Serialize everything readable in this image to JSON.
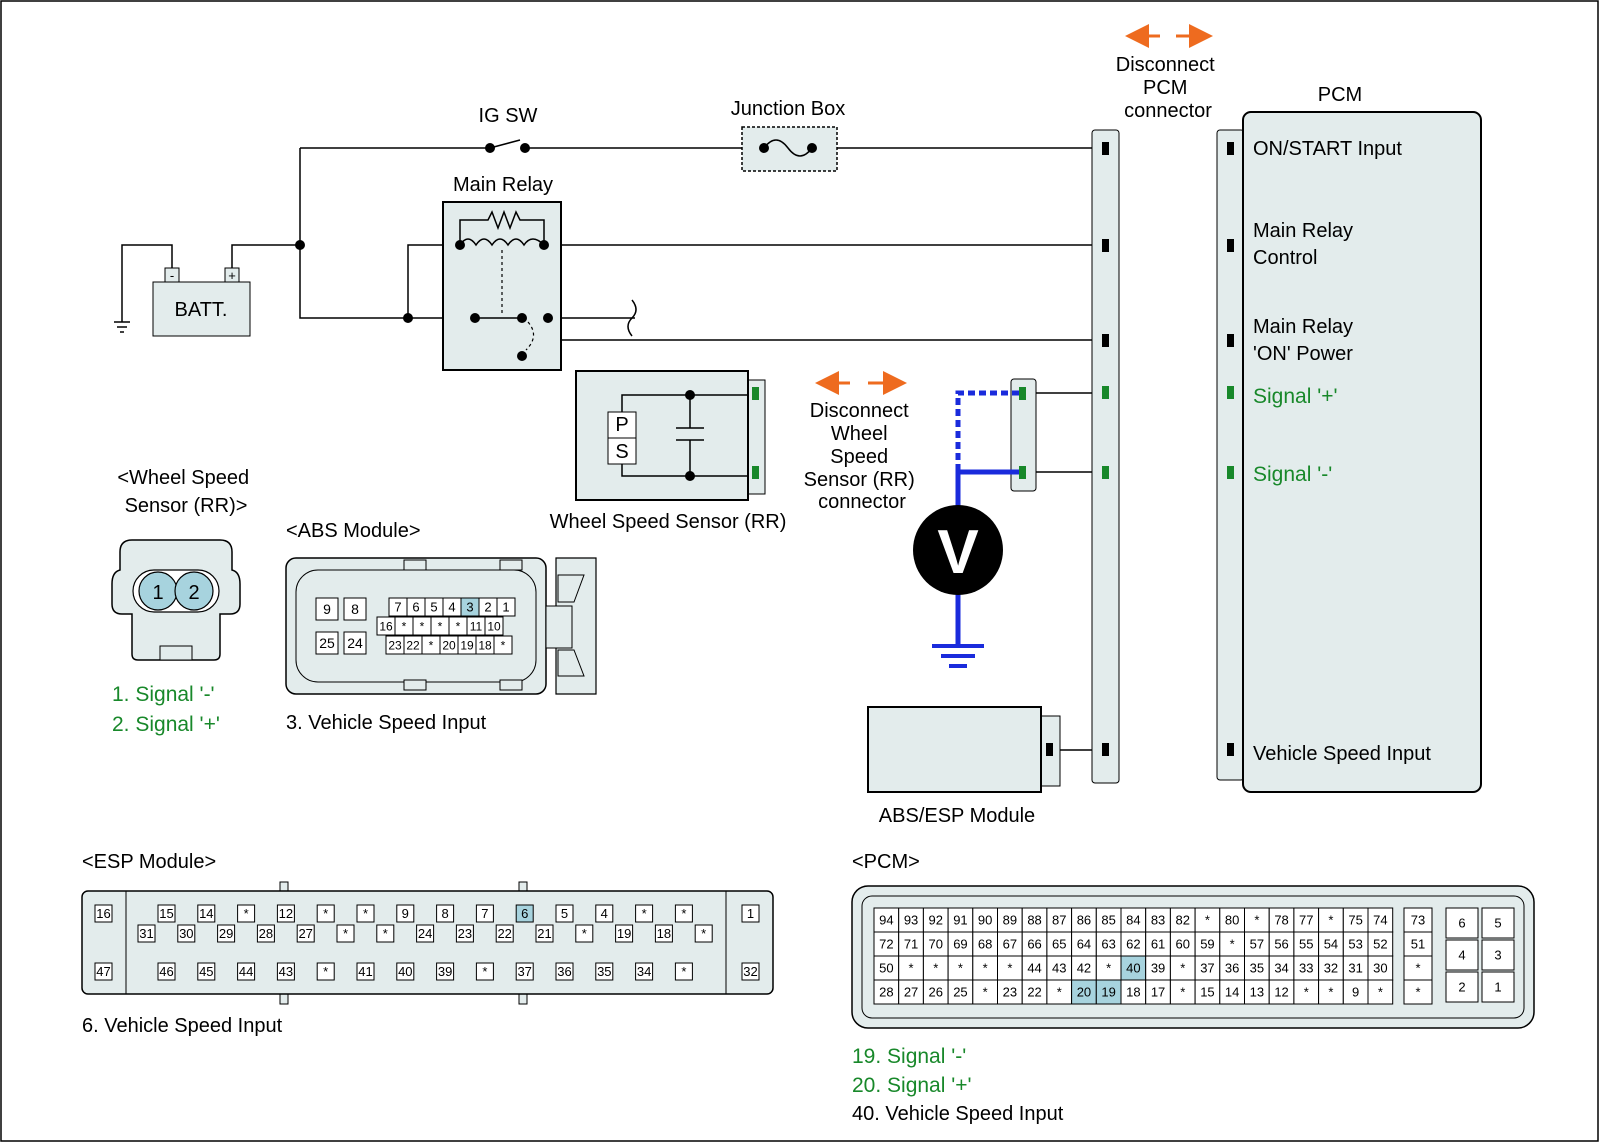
{
  "colors": {
    "signal_green": "#18882a",
    "arrow_orange": "#ee6b1f",
    "test_wire_blue": "#1a2bdc",
    "highlight_pin": "#a7d3de",
    "component_fill": "#e3ecec"
  },
  "labels": {
    "ig_sw": "IG SW",
    "junction_box": "Junction Box",
    "main_relay": "Main Relay",
    "batt": "BATT.",
    "batt_neg": "-",
    "batt_pos": "+",
    "disconnect_pcm": [
      "Disconnect",
      "PCM",
      "connector"
    ],
    "pcm": "PCM",
    "disconnect_wss": [
      "Disconnect",
      "Wheel",
      "Speed",
      "Sensor (RR)",
      "connector"
    ],
    "wss_caption": "Wheel Speed Sensor (RR)",
    "sensor_p": "P",
    "sensor_s": "S",
    "voltmeter": "V",
    "abs_esp_module": "ABS/ESP Module"
  },
  "pcm_inputs": {
    "on_start": "ON/START Input",
    "main_relay_control": [
      "Main Relay",
      "Control"
    ],
    "main_relay_power": [
      "Main Relay",
      "'ON' Power"
    ],
    "signal_plus": "Signal '+'",
    "signal_minus": "Signal '-'",
    "vehicle_speed": "Vehicle Speed Input"
  },
  "wss_connector": {
    "title": [
      "<Wheel Speed",
      "Sensor (RR)>"
    ],
    "pins": [
      "1",
      "2"
    ],
    "legend": [
      "1. Signal '-'",
      "2. Signal '+'"
    ]
  },
  "abs_connector": {
    "title": "<ABS Module>",
    "big_pins": [
      "9",
      "8",
      "25",
      "24"
    ],
    "row1": [
      "7",
      "6",
      "5",
      "4",
      "3",
      "2",
      "1"
    ],
    "row2": [
      "16",
      "*",
      "*",
      "*",
      "*",
      "11",
      "10"
    ],
    "row3": [
      "23",
      "22",
      "*",
      "20",
      "19",
      "18",
      "*"
    ],
    "highlight": [
      "3"
    ],
    "legend": "3. Vehicle Speed Input"
  },
  "esp_connector": {
    "title": "<ESP Module>",
    "left_pins": [
      "16",
      "47"
    ],
    "right_pins": [
      "1",
      "32"
    ],
    "row1": [
      "15",
      "14",
      "*",
      "12",
      "*",
      "*",
      "9",
      "8",
      "7",
      "6",
      "5",
      "4",
      "*",
      "*"
    ],
    "row2": [
      "31",
      "30",
      "29",
      "28",
      "27",
      "*",
      "*",
      "24",
      "23",
      "22",
      "21",
      "*",
      "19",
      "18",
      "*"
    ],
    "row3": [
      "46",
      "45",
      "44",
      "43",
      "*",
      "41",
      "40",
      "39",
      "*",
      "37",
      "36",
      "35",
      "34",
      "*"
    ],
    "highlight": [
      "6"
    ],
    "legend": "6. Vehicle Speed Input"
  },
  "pcm_connector": {
    "title": "<PCM>",
    "rows": [
      [
        "94",
        "93",
        "92",
        "91",
        "90",
        "89",
        "88",
        "87",
        "86",
        "85",
        "84",
        "83",
        "82",
        "*",
        "80",
        "*",
        "78",
        "77",
        "*",
        "75",
        "74"
      ],
      [
        "72",
        "71",
        "70",
        "69",
        "68",
        "67",
        "66",
        "65",
        "64",
        "63",
        "62",
        "61",
        "60",
        "59",
        "*",
        "57",
        "56",
        "55",
        "54",
        "53",
        "52"
      ],
      [
        "50",
        "*",
        "*",
        "*",
        "*",
        "*",
        "44",
        "43",
        "42",
        "*",
        "40",
        "39",
        "*",
        "37",
        "36",
        "35",
        "34",
        "33",
        "32",
        "31",
        "30"
      ],
      [
        "28",
        "27",
        "26",
        "25",
        "*",
        "23",
        "22",
        "*",
        "20",
        "19",
        "18",
        "17",
        "*",
        "15",
        "14",
        "13",
        "12",
        "*",
        "*",
        "9",
        "*"
      ]
    ],
    "side_col": [
      "73",
      "51",
      "*",
      "*"
    ],
    "right_grid": [
      "6",
      "5",
      "4",
      "3",
      "2",
      "1"
    ],
    "highlight": [
      "40",
      "20",
      "19"
    ],
    "legend": [
      "19. Signal '-'",
      "20. Signal '+'",
      "40. Vehicle Speed Input"
    ]
  }
}
